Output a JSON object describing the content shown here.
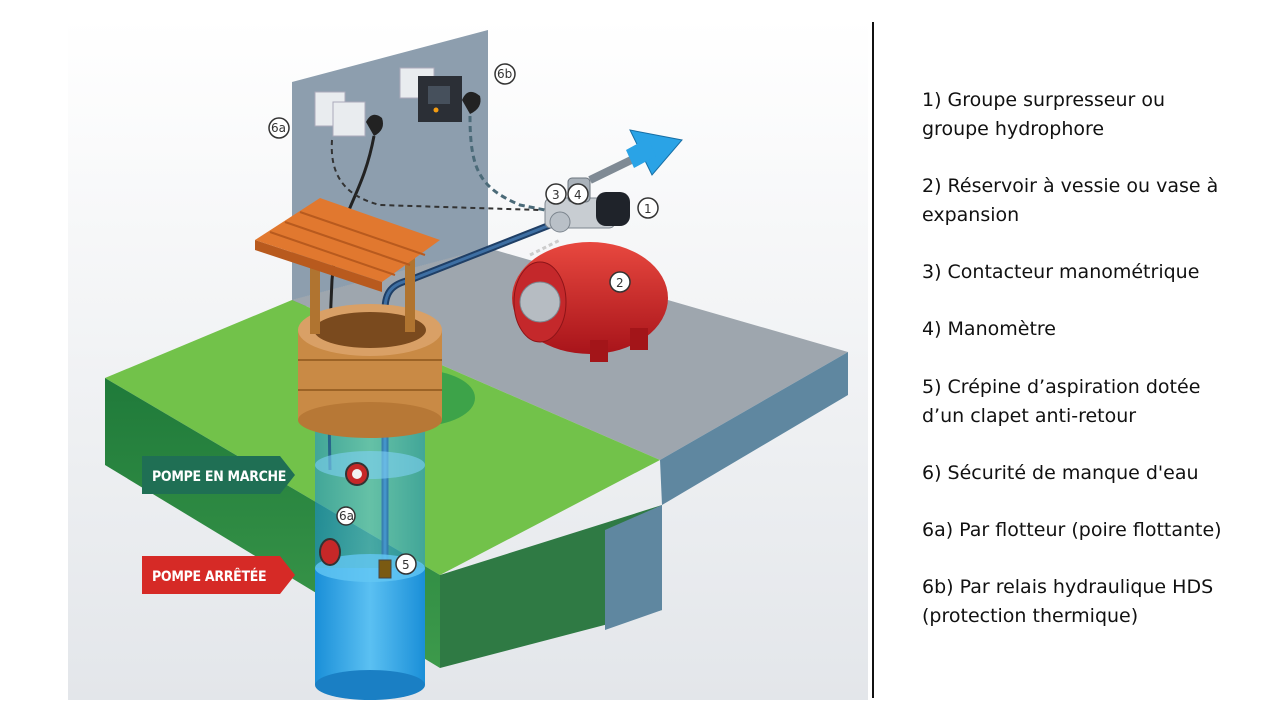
{
  "diagram": {
    "tags": {
      "pump_on": "POMPE EN MARCHE",
      "pump_off": "POMPE ARRÊTÉE"
    },
    "markers": {
      "m1": "1",
      "m2": "2",
      "m3": "3",
      "m4": "4",
      "m5": "5",
      "m6a_top": "6a",
      "m6b_top": "6b",
      "m6a_well": "6a"
    }
  },
  "legend": {
    "items": [
      "1) Groupe surpresseur ou groupe hydrophore",
      "2) Réservoir à vessie ou vase à expansion",
      "3) Contacteur manométrique",
      "4) Manomètre",
      "5) Crépine d’aspiration dotée d’un clapet anti-retour",
      "6) Sécurité de manque d'eau",
      "6a) Par flotteur (poire flottante)",
      "6b) Par relais hydraulique HDS (protection thermique)"
    ]
  }
}
